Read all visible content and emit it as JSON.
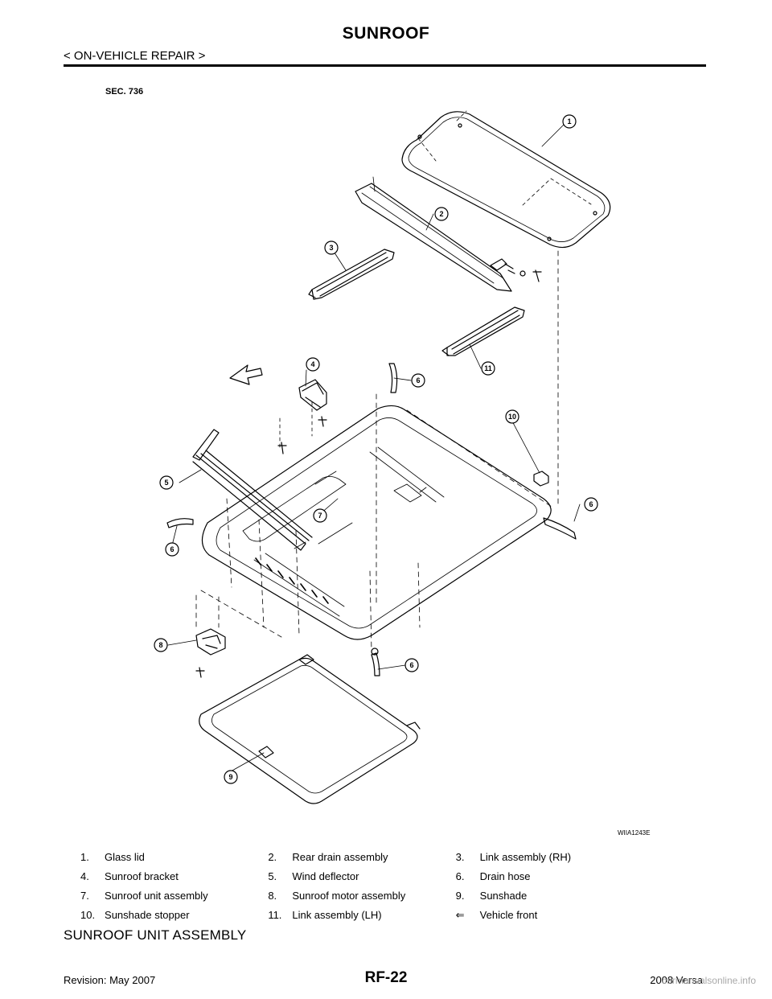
{
  "header": {
    "title": "SUNROOF",
    "section": "< ON-VEHICLE REPAIR >"
  },
  "figure": {
    "sec_label": "SEC. 736",
    "figure_code": "WIIA1243E",
    "callouts": [
      "1",
      "2",
      "3",
      "4",
      "5",
      "6",
      "6",
      "6",
      "6",
      "7",
      "8",
      "9",
      "10",
      "11"
    ],
    "front_arrow_icon": "vehicle-front-arrow-icon"
  },
  "legend": [
    [
      {
        "num": "1.",
        "text": "Glass lid"
      },
      {
        "num": "2.",
        "text": "Rear drain assembly"
      },
      {
        "num": "3.",
        "text": "Link assembly (RH)"
      }
    ],
    [
      {
        "num": "4.",
        "text": "Sunroof bracket"
      },
      {
        "num": "5.",
        "text": "Wind deflector"
      },
      {
        "num": "6.",
        "text": "Drain hose"
      }
    ],
    [
      {
        "num": "7.",
        "text": "Sunroof unit assembly"
      },
      {
        "num": "8.",
        "text": "Sunroof motor assembly"
      },
      {
        "num": "9.",
        "text": "Sunshade"
      }
    ],
    [
      {
        "num": "10.",
        "text": "Sunshade stopper"
      },
      {
        "num": "11.",
        "text": "Link assembly (LH)"
      },
      {
        "num": "⇐",
        "text": "Vehicle front"
      }
    ]
  ],
  "section_title": "SUNROOF UNIT ASSEMBLY",
  "footer": {
    "revision": "Revision: May 2007",
    "page": "RF-22",
    "model": "2008 Versa",
    "watermark": "carmanualsonline.info"
  }
}
